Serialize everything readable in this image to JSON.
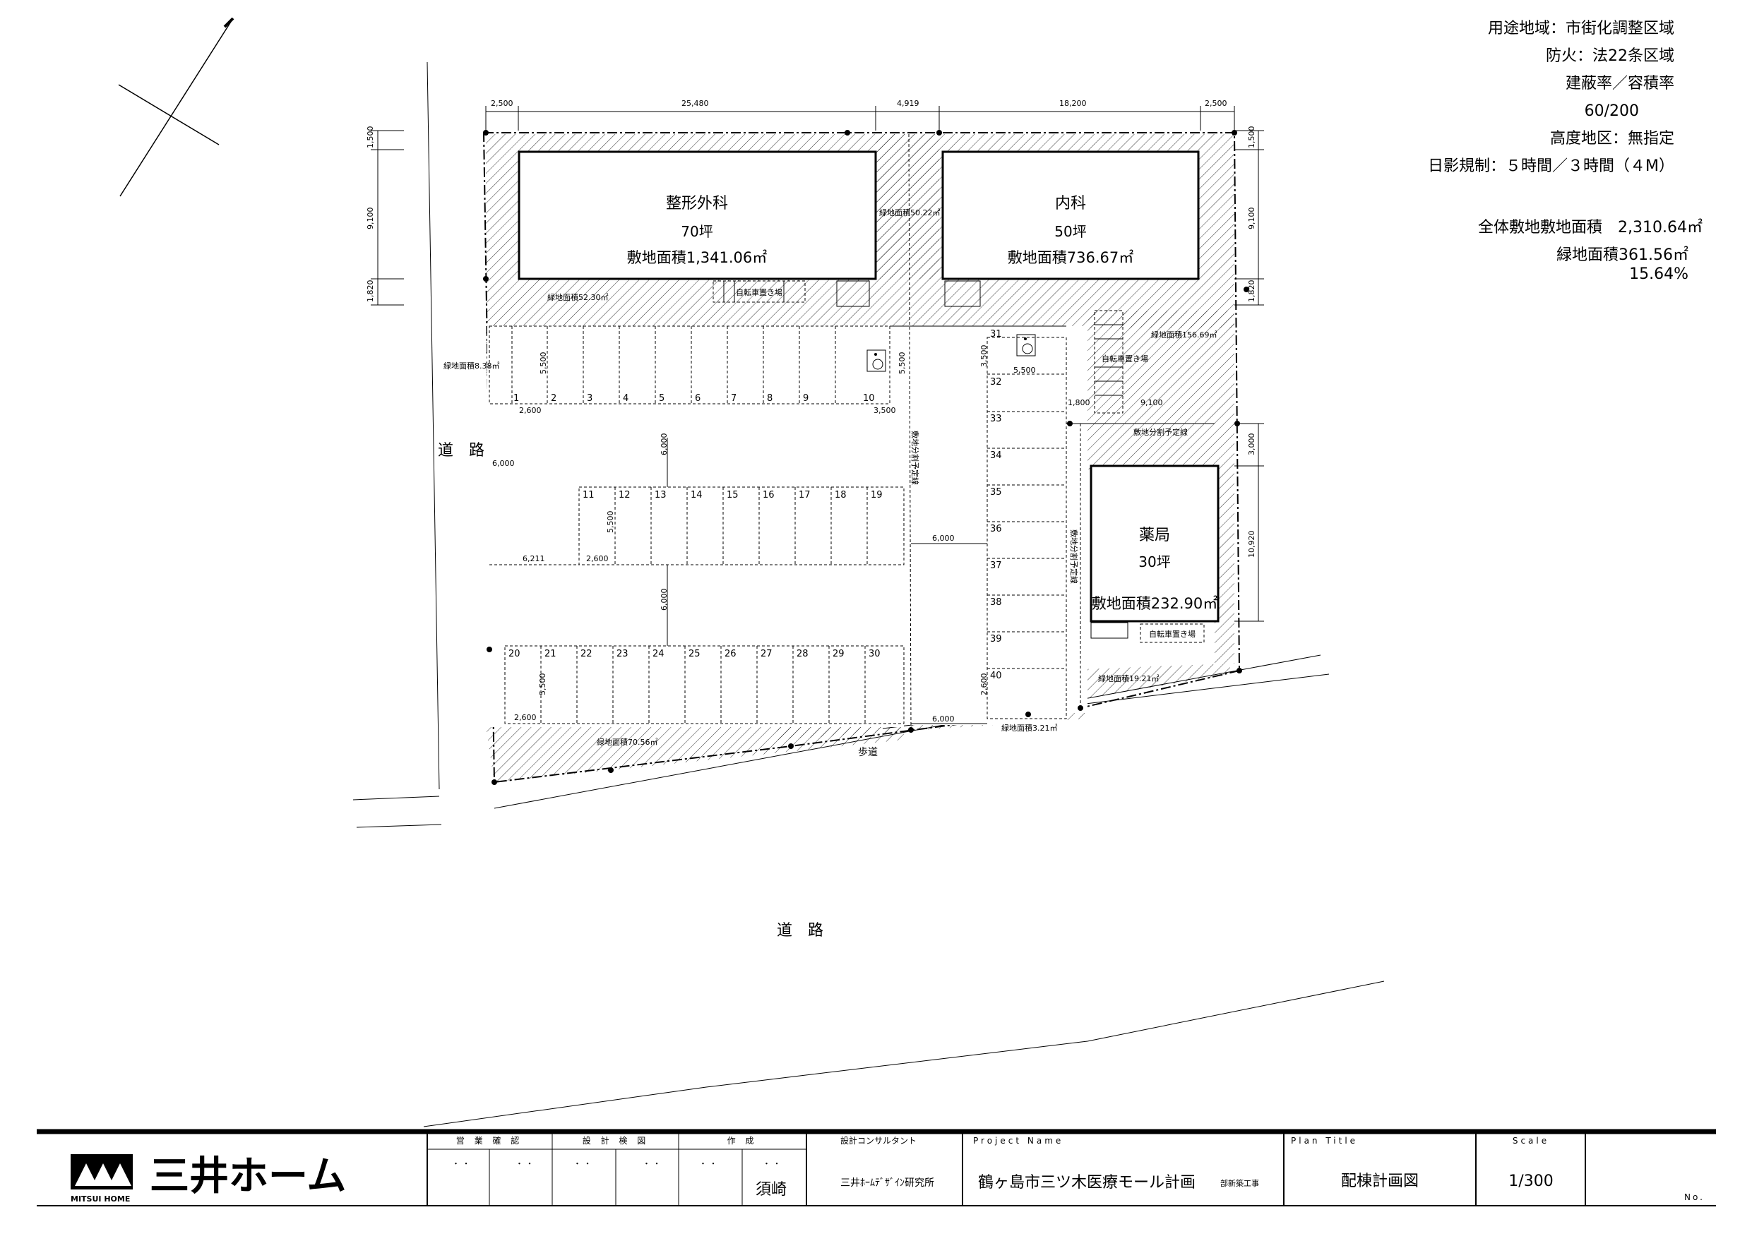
{
  "info": {
    "youto": "用途地域：市街化調整区域",
    "bouka": "防火：法22条区域",
    "kenpei_label": "建蔽率／容積率",
    "kenpei_value": "60/200",
    "koudo": "高度地区：無指定",
    "nichiei": "日影規制：５時間／３時間（４M）",
    "total_area": "全体敷地敷地面積　2,310.64㎡",
    "green_area": "緑地面積361.56㎡",
    "green_ratio": "15.64%"
  },
  "buildings": {
    "seikei": {
      "name": "整形外科",
      "size": "70坪",
      "area": "敷地面積1,341.06㎡"
    },
    "naika": {
      "name": "内科",
      "size": "50坪",
      "area": "敷地面積736.67㎡"
    },
    "yakkyoku": {
      "name": "薬局",
      "size": "30坪",
      "area": "敷地面積232.90㎡"
    }
  },
  "roads": {
    "west": "道　路",
    "south": "道　路",
    "sidewalk": "歩道"
  },
  "green_labels": {
    "g1": "緑地面積52.30㎡",
    "g2": "緑地面積50.22㎡",
    "g3": "緑地面積156.69㎡",
    "g4": "緑地面積8.38㎡",
    "g5": "緑地面積70.56㎡",
    "g6": "緑地面積3.21㎡",
    "g7": "緑地面積19.21㎡"
  },
  "bike_label": "自転車置き場",
  "bike_label_2": "自転車置き場",
  "bike_label_3": "自転車置き場",
  "plot_line_label": "敷地分割予定線",
  "plot_line_label_2": "敷地分割予定線",
  "plot_line_label_3": "敷地分割予定線",
  "dims": {
    "top": [
      "2,500",
      "25,480",
      "4,919",
      "18,200",
      "2,500"
    ],
    "left": [
      "1,500",
      "9,100",
      "1,820"
    ],
    "right": [
      "1,500",
      "9,100",
      "1,820",
      "3,000",
      "10,920"
    ],
    "inner": [
      "5,500",
      "5,500",
      "2,600",
      "3,500",
      "6,000",
      "6,000",
      "5,500",
      "6,211",
      "2,600",
      "6,000",
      "5,500",
      "2,600",
      "6,000",
      "3,500",
      "5,500",
      "1,800",
      "9,100",
      "2,600",
      "6,000"
    ]
  },
  "parking": {
    "row1": [
      "1",
      "2",
      "3",
      "4",
      "5",
      "6",
      "7",
      "8",
      "9",
      "10"
    ],
    "row2": [
      "11",
      "12",
      "13",
      "14",
      "15",
      "16",
      "17",
      "18",
      "19"
    ],
    "row3": [
      "20",
      "21",
      "22",
      "23",
      "24",
      "25",
      "26",
      "27",
      "28",
      "29",
      "30"
    ],
    "col": [
      "31",
      "32",
      "33",
      "34",
      "35",
      "36",
      "37",
      "38",
      "39",
      "40"
    ]
  },
  "title_block": {
    "logo_text": "三井ホーム",
    "logo_sub": "MITSUI HOME",
    "h_eigyou": "営 業 確 認",
    "h_sekkei": "設 計 検 図",
    "h_sakusei": "作 成",
    "dot": "・ ・",
    "author": "須崎",
    "consult_label": "設計コンサルタント",
    "consult": "三井ﾎｰﾑﾃﾞｻﾞｲﾝ研究所",
    "project_label": "Project Name",
    "project": "鶴ヶ島市三ツ木医療モール計画",
    "project_sub": "部新築工事",
    "plan_label": "Plan Title",
    "plan": "配棟計画図",
    "scale_label": "Scale",
    "scale": "1/300",
    "no_label": "No."
  }
}
